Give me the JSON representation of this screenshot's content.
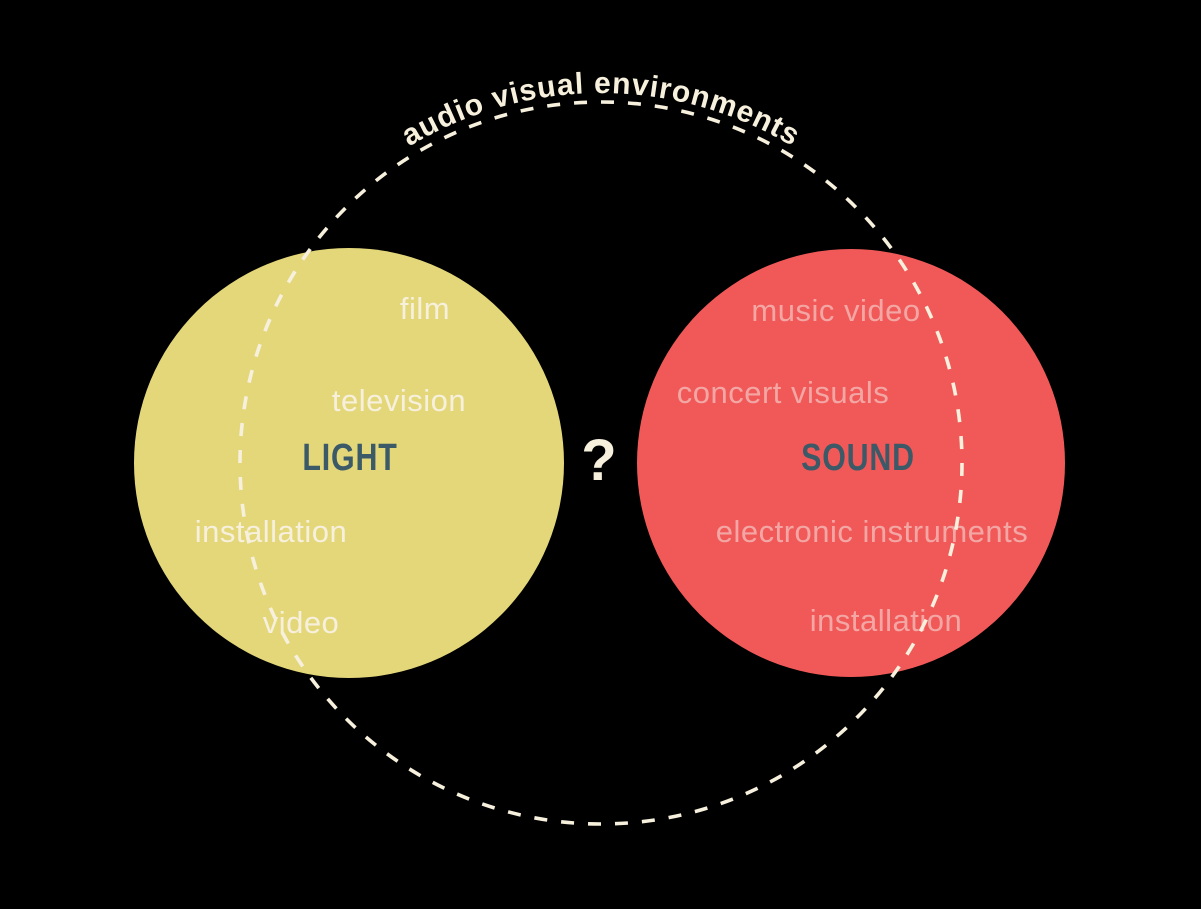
{
  "venn": {
    "title": "audio visual environments",
    "question_mark": "?",
    "light": {
      "label": "LIGHT",
      "items": [
        "film",
        "television",
        "installation",
        "video"
      ]
    },
    "sound": {
      "label": "SOUND",
      "items": [
        "music video",
        "concert visuals",
        "electronic instruments",
        "installation"
      ]
    },
    "colors": {
      "background": "#000000",
      "light_fill": "#E3D77A",
      "sound_fill": "#F15959",
      "cream": "#F6F0DD",
      "pink": "#F2A7A4",
      "dark": "#3C5968"
    }
  }
}
